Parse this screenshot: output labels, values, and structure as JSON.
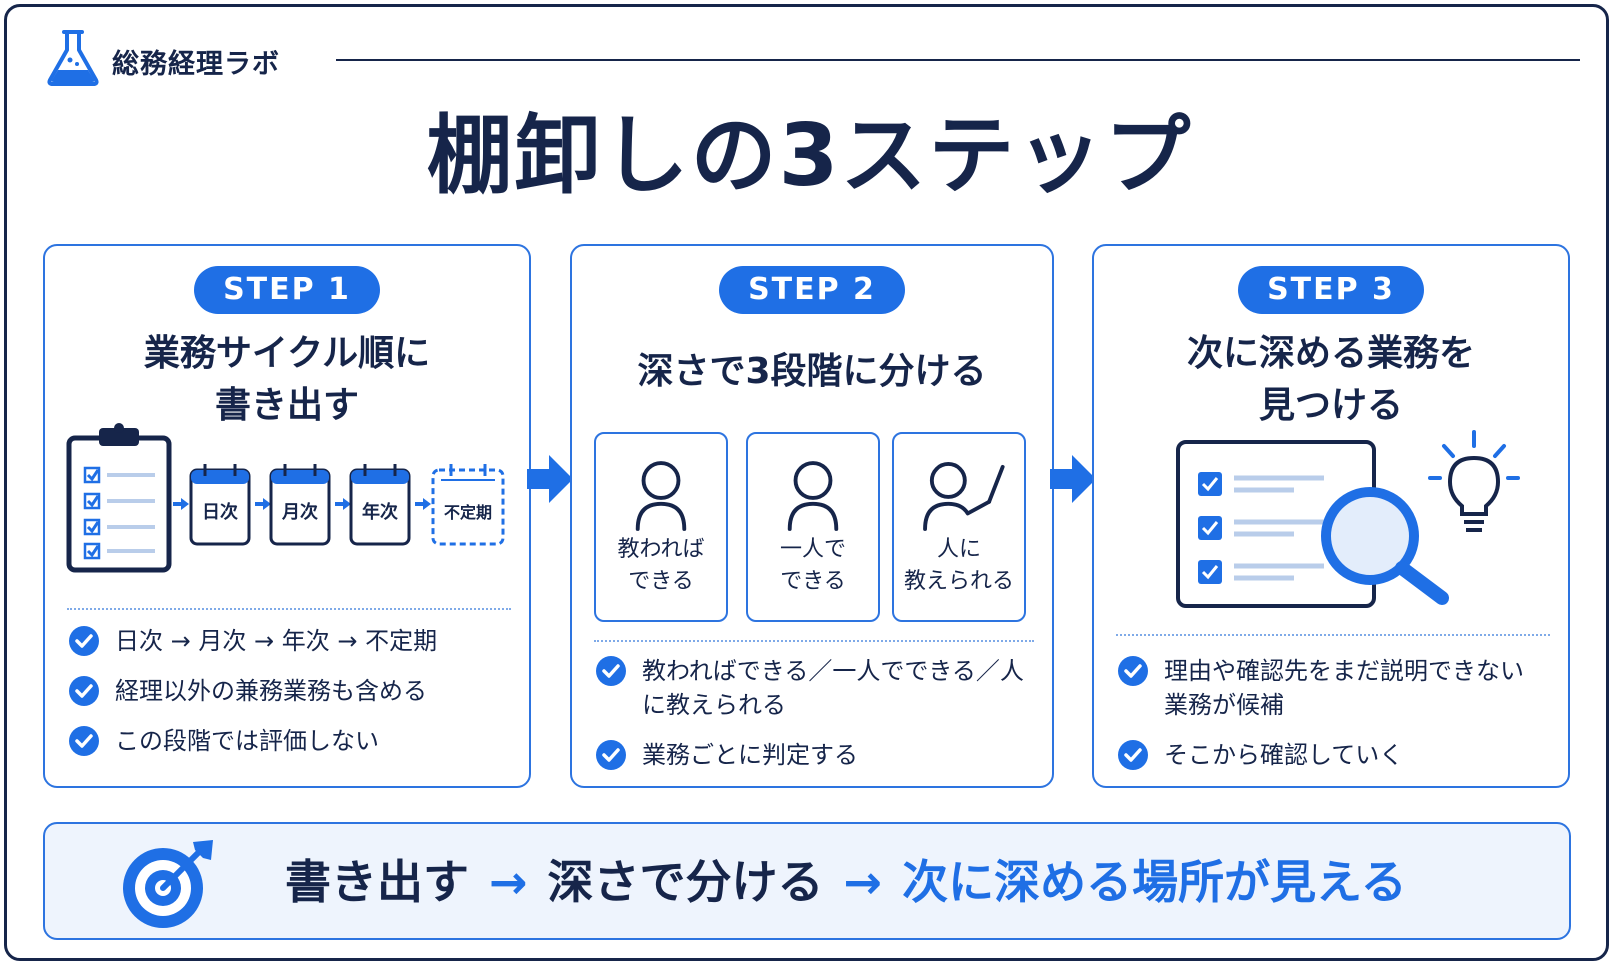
{
  "brand": {
    "name": "総務経理ラボ"
  },
  "title": "棚卸しの3ステップ",
  "steps": [
    {
      "label": "STEP 1",
      "title_lines": [
        "業務サイクル順に",
        "書き出す"
      ],
      "cycle": [
        "日次",
        "月次",
        "年次",
        "不定期"
      ],
      "bullets": [
        "日次 → 月次 → 年次 → 不定期",
        "経理以外の兼務業務も含める",
        "この段階では評価しない"
      ]
    },
    {
      "label": "STEP 2",
      "title_lines": [
        "深さで3段階に分ける"
      ],
      "levels": [
        {
          "lines": [
            "教われば",
            "できる"
          ],
          "icon": "person-icon"
        },
        {
          "lines": [
            "一人で",
            "できる"
          ],
          "icon": "person-icon"
        },
        {
          "lines": [
            "人に",
            "教えられる"
          ],
          "icon": "teacher-icon"
        }
      ],
      "bullets": [
        "教わればできる／一人でできる／人に教えられる",
        "業務ごとに判定する"
      ]
    },
    {
      "label": "STEP 3",
      "title_lines": [
        "次に深める業務を",
        "見つける"
      ],
      "bullets": [
        "理由や確認先をまだ説明できない業務が候補",
        "そこから確認していく"
      ]
    }
  ],
  "banner": {
    "parts": [
      "書き出す",
      "→",
      "深さで分ける",
      "→",
      "次に深める場所が見える"
    ]
  },
  "colors": {
    "navy": "#16254a",
    "blue": "#1f6fe5",
    "light": "#eef4fd"
  }
}
